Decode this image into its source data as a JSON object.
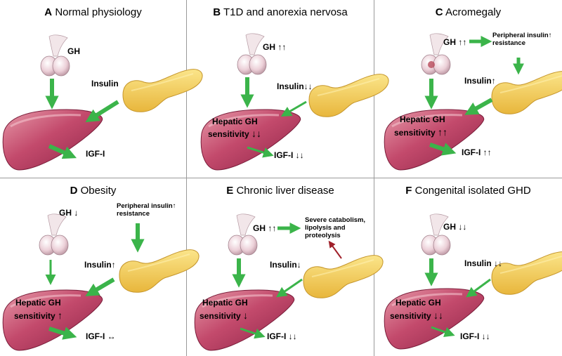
{
  "panels": [
    {
      "letter": "A",
      "title": "Normal physiology",
      "gh": "GH",
      "gh_arrow": "",
      "insulin": "Insulin",
      "insulin_arrow": "",
      "igf": "IGF-I",
      "igf_arrow": ""
    },
    {
      "letter": "B",
      "title": "T1D and anorexia nervosa",
      "gh": "GH",
      "gh_arrow": "↑↑",
      "insulin": "Insulin",
      "insulin_arrow": "↓↓",
      "hepatic": "Hepatic GH",
      "sensitivity": "sensitivity",
      "sens_arrow": "↓↓",
      "igf": "IGF-I",
      "igf_arrow": "↓↓"
    },
    {
      "letter": "C",
      "title": "Acromegaly",
      "gh": "GH",
      "gh_arrow": "↑↑",
      "peripheral": "Peripheral insulin",
      "peripheral_arrow": "↑",
      "resistance": "resistance",
      "insulin": "Insulin",
      "insulin_arrow": "↑",
      "hepatic": "Hepatic GH",
      "sensitivity": "sensitivity",
      "sens_arrow": "↑↑",
      "igf": "IGF-I",
      "igf_arrow": "↑↑"
    },
    {
      "letter": "D",
      "title": "Obesity",
      "gh": "GH",
      "gh_arrow": "↓",
      "peripheral": "Peripheral insulin",
      "peripheral_arrow": "↑",
      "resistance": "resistance",
      "insulin": "Insulin",
      "insulin_arrow": "↑",
      "hepatic": "Hepatic GH",
      "sensitivity": "sensitivity",
      "sens_arrow": "↑",
      "igf": "IGF-I",
      "igf_arrow": "↔"
    },
    {
      "letter": "E",
      "title": "Chronic liver disease",
      "gh": "GH",
      "gh_arrow": "↑↑",
      "catabolism_1": "Severe catabolism,",
      "catabolism_2": "lipolysis and",
      "catabolism_3": "proteolysis",
      "insulin": "Insulin",
      "insulin_arrow": "↓",
      "hepatic": "Hepatic GH",
      "sensitivity": "sensitivity",
      "sens_arrow": "↓",
      "igf": "IGF-I",
      "igf_arrow": "↓↓"
    },
    {
      "letter": "F",
      "title": "Congenital isolated GHD",
      "gh": "GH",
      "gh_arrow": "↓↓",
      "insulin": "Insulin",
      "insulin_arrow": "↓↓",
      "hepatic": "Hepatic GH",
      "sensitivity": "sensitivity",
      "sens_arrow": "↓↓",
      "igf": "IGF-I",
      "igf_arrow": "↓↓"
    }
  ],
  "colors": {
    "arrow": "#3bb44a",
    "liver": "#b23a5f",
    "pancreas": "#f3d15a",
    "pituitary": "#e8c9d2",
    "grid": "#999999",
    "red_arrow": "#a0202a"
  }
}
